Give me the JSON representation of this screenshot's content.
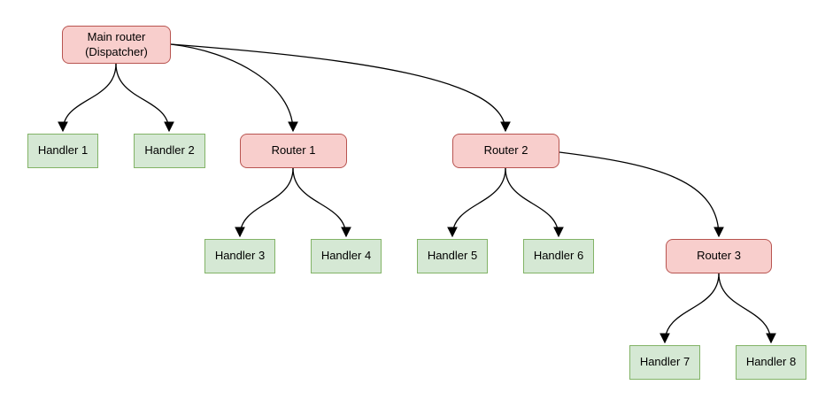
{
  "diagram": {
    "type": "tree-flowchart",
    "nodes": {
      "main": "Main router\n(Dispatcher)",
      "handler1": "Handler 1",
      "handler2": "Handler 2",
      "router1": "Router 1",
      "router2": "Router 2",
      "handler3": "Handler 3",
      "handler4": "Handler 4",
      "handler5": "Handler 5",
      "handler6": "Handler 6",
      "router3": "Router 3",
      "handler7": "Handler 7",
      "handler8": "Handler 8"
    },
    "edges": [
      {
        "from": "main",
        "to": "handler1"
      },
      {
        "from": "main",
        "to": "handler2"
      },
      {
        "from": "main",
        "to": "router1"
      },
      {
        "from": "main",
        "to": "router2"
      },
      {
        "from": "router1",
        "to": "handler3"
      },
      {
        "from": "router1",
        "to": "handler4"
      },
      {
        "from": "router2",
        "to": "handler5"
      },
      {
        "from": "router2",
        "to": "handler6"
      },
      {
        "from": "router2",
        "to": "router3"
      },
      {
        "from": "router3",
        "to": "handler7"
      },
      {
        "from": "router3",
        "to": "handler8"
      }
    ],
    "colors": {
      "router_fill": "#f8cecc",
      "router_stroke": "#b85450",
      "handler_fill": "#d5e8d4",
      "handler_stroke": "#82b366",
      "edge_stroke": "#000000",
      "background": "#ffffff"
    }
  }
}
